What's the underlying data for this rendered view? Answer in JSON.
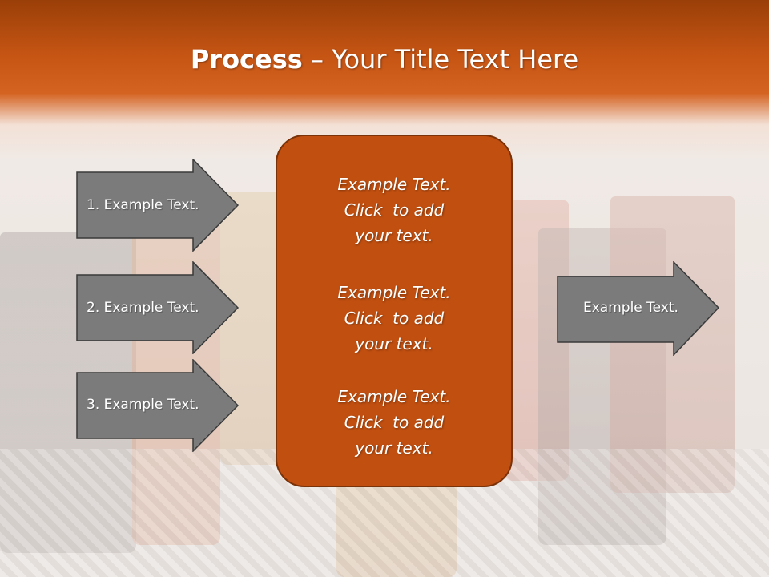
{
  "header": {
    "title_bold": "Process",
    "title_rest": " – Your Title Text Here"
  },
  "left_arrows": [
    {
      "label": "1. Example Text."
    },
    {
      "label": "2. Example Text."
    },
    {
      "label": "3. Example Text."
    }
  ],
  "center_box": {
    "items": [
      {
        "line1": "Example Text.",
        "line2": "Click  to add",
        "line3": "your text."
      },
      {
        "line1": "Example Text.",
        "line2": "Click  to add",
        "line3": "your text."
      },
      {
        "line1": "Example Text.",
        "line2": "Click  to add",
        "line3": "your text."
      }
    ]
  },
  "right_arrow": {
    "label": "Example Text."
  },
  "colors": {
    "header_orange": "#c65514",
    "box_fill": "#c04f10",
    "arrow_fill": "#7b7b7b"
  }
}
